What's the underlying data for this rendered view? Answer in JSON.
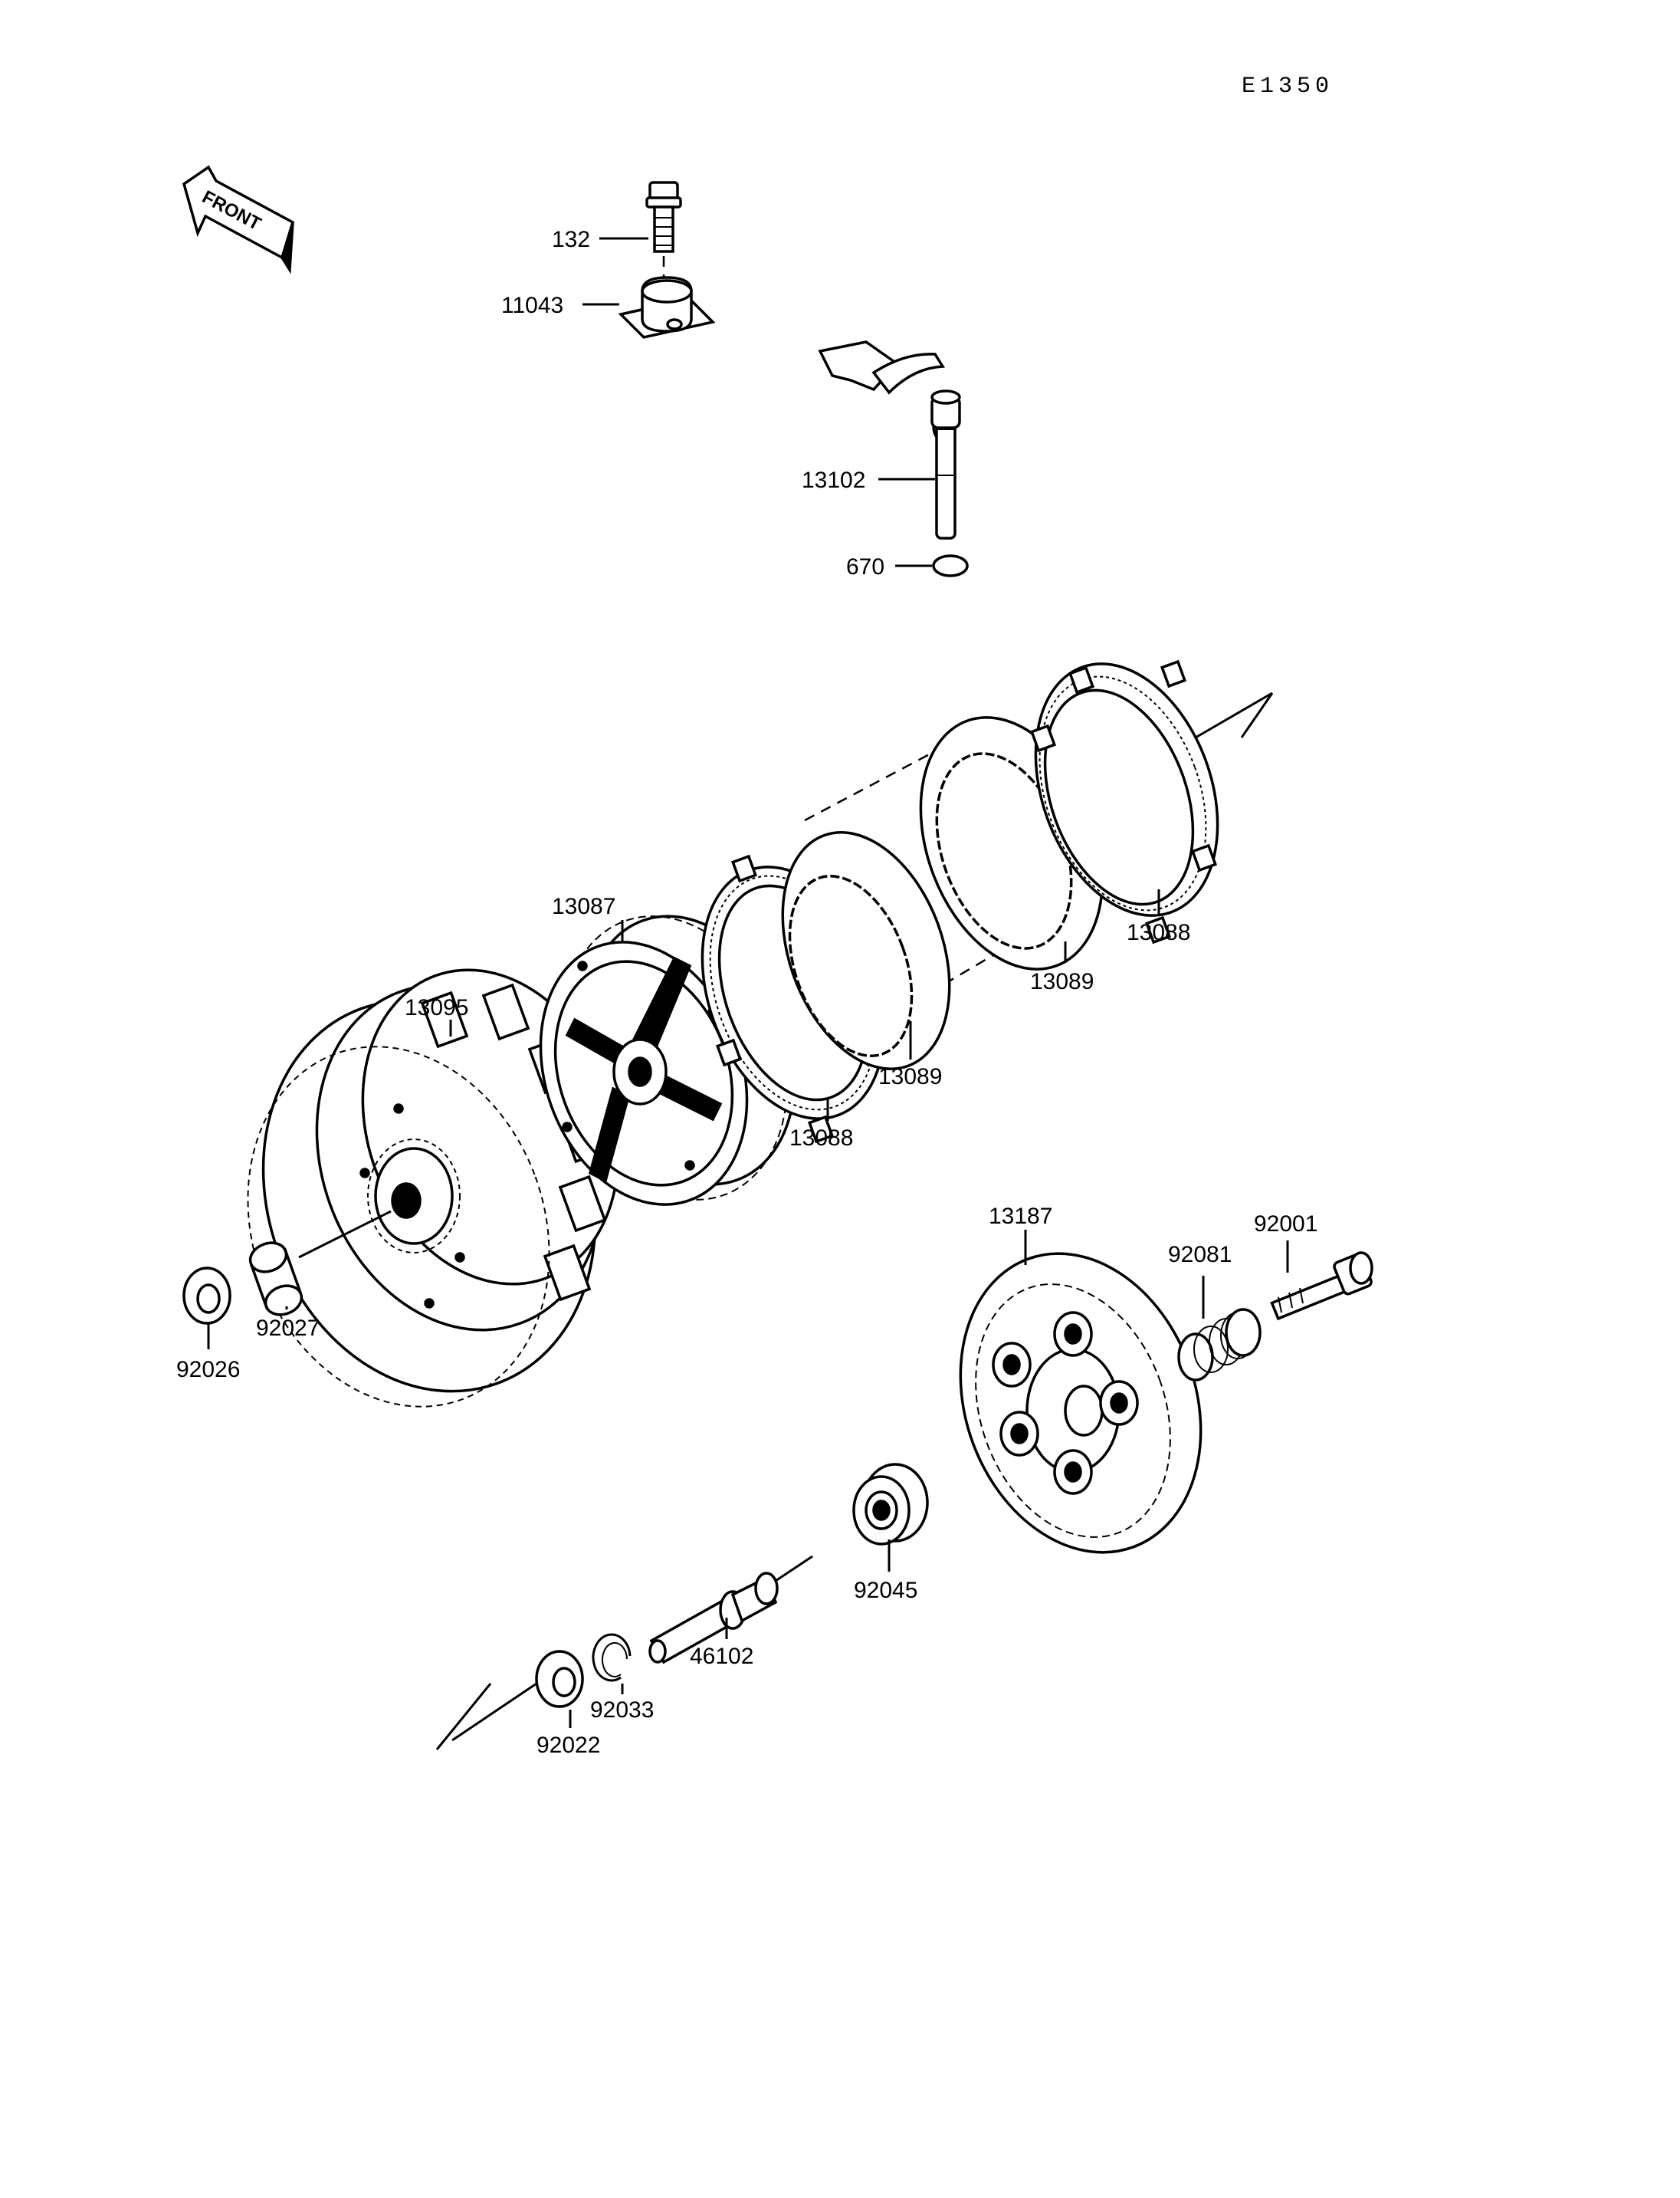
{
  "diagram_code": "E1350",
  "front_label": "FRONT",
  "parts": [
    {
      "number": "132"
    },
    {
      "number": "11043"
    },
    {
      "number": "13102"
    },
    {
      "number": "670"
    },
    {
      "number": "13087"
    },
    {
      "number": "13095"
    },
    {
      "number": "13088"
    },
    {
      "number": "13089"
    },
    {
      "number": "13089"
    },
    {
      "number": "13088"
    },
    {
      "number": "13187"
    },
    {
      "number": "92081"
    },
    {
      "number": "92001"
    },
    {
      "number": "92027"
    },
    {
      "number": "92026"
    },
    {
      "number": "92045"
    },
    {
      "number": "46102"
    },
    {
      "number": "92033"
    },
    {
      "number": "92022"
    }
  ]
}
